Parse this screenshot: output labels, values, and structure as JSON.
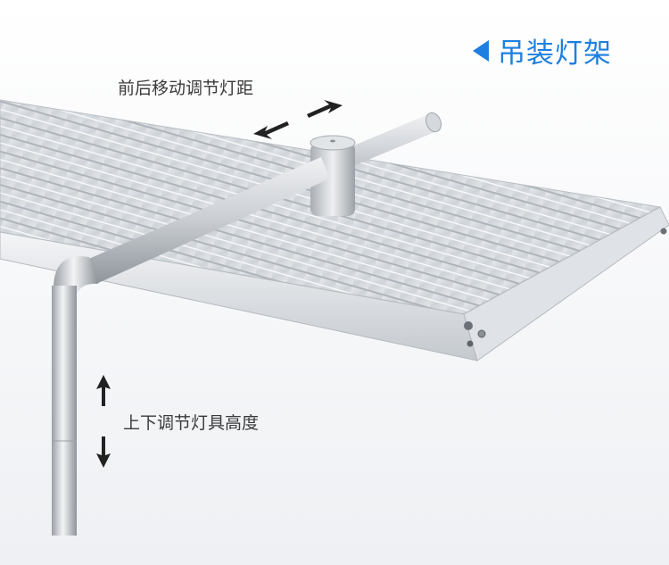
{
  "title": "吊装灯架",
  "labels": {
    "horizontal": "前后移动调节灯距",
    "vertical": "上下调节灯具高度"
  },
  "colors": {
    "accent": "#1e7fe0",
    "text": "#3a3a3a"
  },
  "icons": [
    "left-triangle-icon",
    "double-arrow-horizontal-icon",
    "double-arrow-vertical-icon"
  ]
}
